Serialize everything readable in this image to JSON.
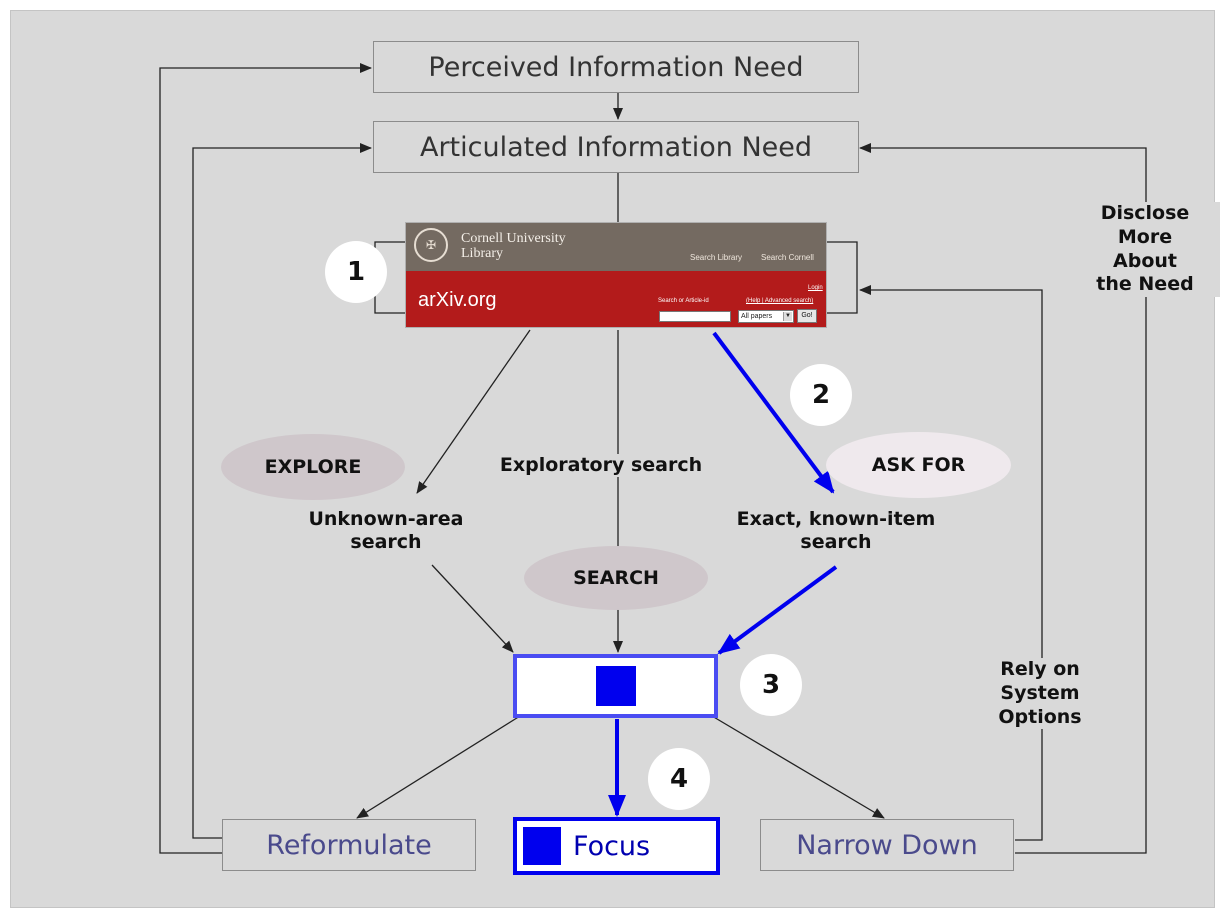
{
  "boxes": {
    "perceived": "Perceived Information Need",
    "articulated": "Articulated Information Need",
    "reformulate": "Reformulate",
    "focus": "Focus",
    "narrow_down": "Narrow Down"
  },
  "labels": {
    "disclose": [
      "Disclose",
      "More",
      "About",
      "the Need"
    ],
    "exploratory": "Exploratory search",
    "unknown_area": [
      "Unknown-area",
      "search"
    ],
    "known_item": [
      "Exact, known-item",
      "search"
    ],
    "rely": [
      "Rely on",
      "System",
      "Options"
    ]
  },
  "ovals": {
    "explore": "EXPLORE",
    "ask_for": "ASK FOR",
    "search": "SEARCH"
  },
  "steps": [
    "1",
    "2",
    "3",
    "4"
  ],
  "screenshot": {
    "library_line1": "Cornell University",
    "library_line2": "Library",
    "search_library": "Search Library",
    "search_cornell": "Search Cornell",
    "site": "arXiv.org",
    "login": "Login",
    "search_prompt": "Search or Article-id",
    "help_links": "(Help | Advanced search)",
    "select_value": "All papers",
    "go": "Go!"
  },
  "colors": {
    "panel": "#d9d9d9",
    "blue_arrow": "#0000ee",
    "gray_box_text": "#333333",
    "blue_box_text": "#4a4a8c",
    "arxiv_red": "#b31b1b",
    "cornell_brown": "#746a61"
  }
}
